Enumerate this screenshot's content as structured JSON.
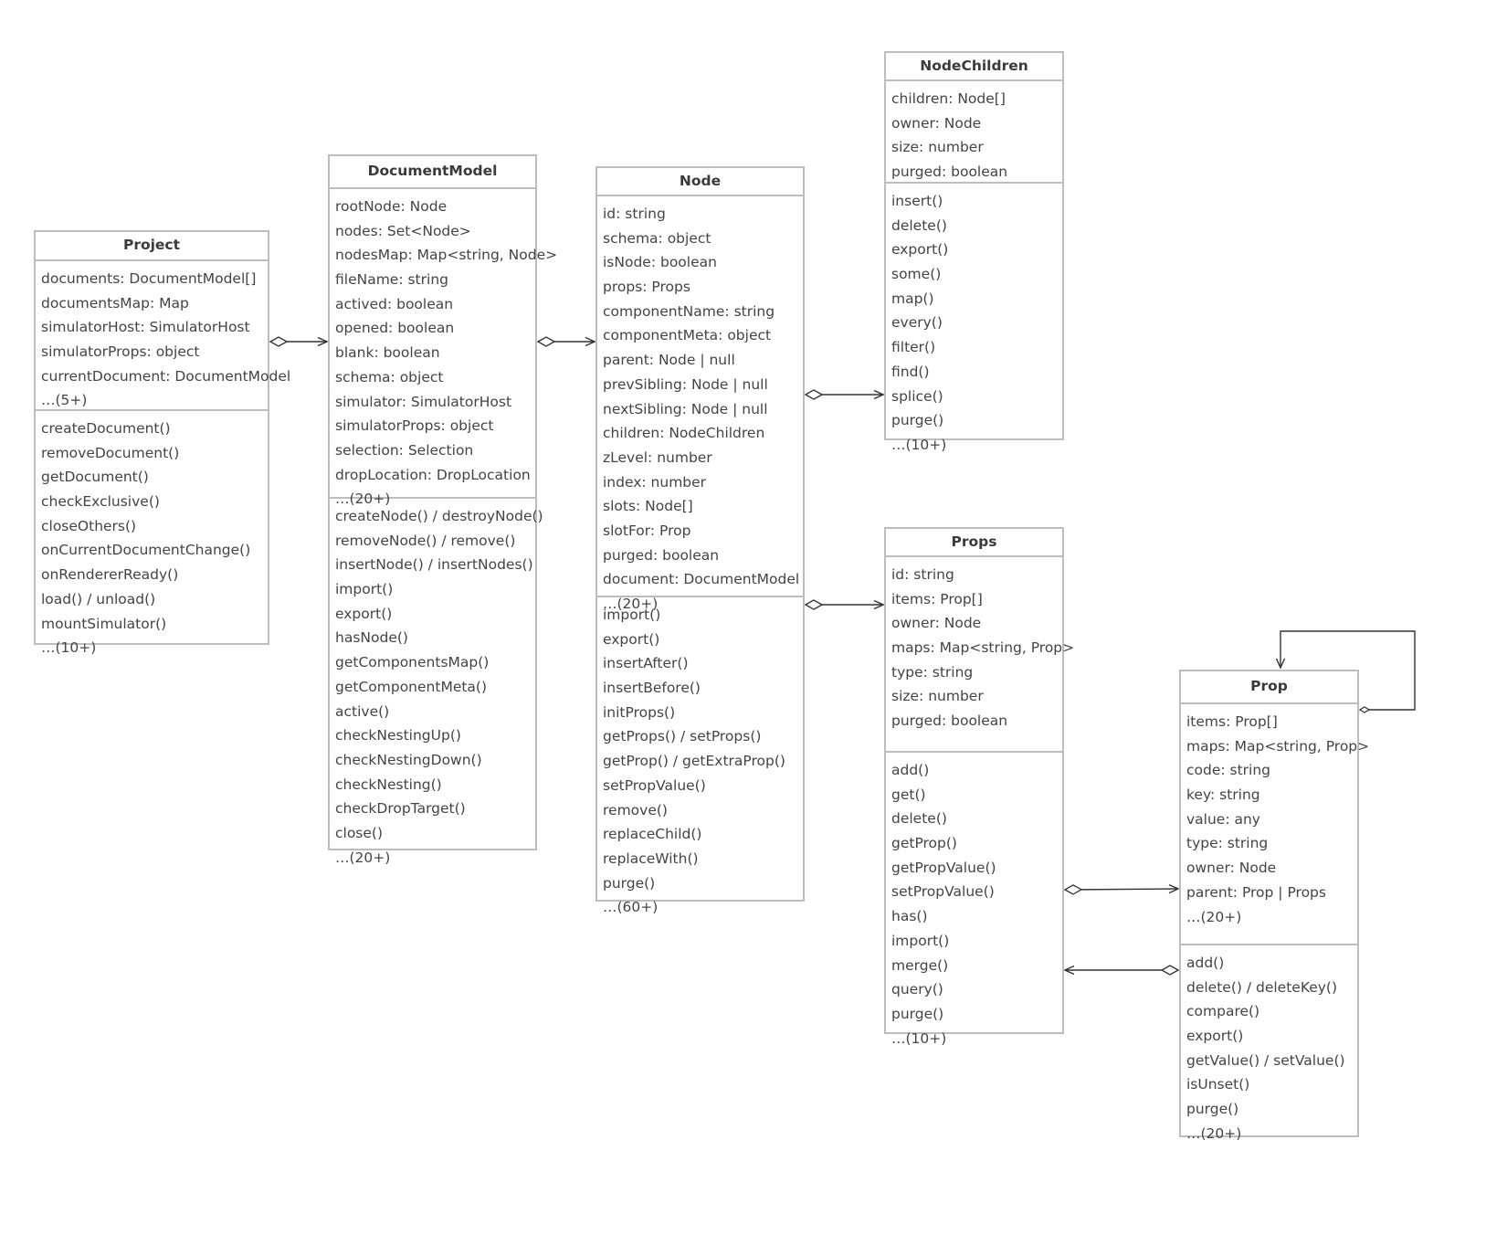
{
  "diagram": {
    "classes": [
      {
        "id": "project",
        "name": "Project",
        "attributes": [
          "documents: DocumentModel[]",
          "documentsMap: Map",
          "simulatorHost: SimulatorHost",
          "simulatorProps: object",
          "currentDocument: DocumentModel",
          "…(5+)"
        ],
        "methods": [
          "createDocument()",
          "removeDocument()",
          "getDocument()",
          "checkExclusive()",
          "closeOthers()",
          "onCurrentDocumentChange()",
          "onRendererReady()",
          "load() / unload()",
          "mountSimulator()",
          "…(10+)"
        ]
      },
      {
        "id": "documentmodel",
        "name": "DocumentModel",
        "attributes": [
          "rootNode: Node",
          "nodes: Set<Node>",
          "nodesMap: Map<string, Node>",
          "fileName: string",
          "actived: boolean",
          "opened: boolean",
          "blank: boolean",
          "schema: object",
          "simulator: SimulatorHost",
          "simulatorProps: object",
          "selection: Selection",
          "dropLocation: DropLocation",
          "…(20+)"
        ],
        "methods": [
          "createNode() / destroyNode()",
          "removeNode() / remove()",
          "insertNode() / insertNodes()",
          "import()",
          "export()",
          "hasNode()",
          "getComponentsMap()",
          "getComponentMeta()",
          "active()",
          "checkNestingUp()",
          "checkNestingDown()",
          "checkNesting()",
          "checkDropTarget()",
          "close()",
          "…(20+)"
        ]
      },
      {
        "id": "node",
        "name": "Node",
        "attributes": [
          "id: string",
          "schema: object",
          "isNode: boolean",
          "props: Props",
          "componentName: string",
          "componentMeta: object",
          "parent: Node | null",
          "prevSibling: Node | null",
          "nextSibling: Node | null",
          "children: NodeChildren",
          "zLevel: number",
          "index: number",
          "slots: Node[]",
          "slotFor: Prop",
          "purged: boolean",
          "document: DocumentModel",
          "…(20+)"
        ],
        "methods": [
          "import()",
          "export()",
          "insertAfter()",
          "insertBefore()",
          "initProps()",
          "getProps() / setProps()",
          "getProp() / getExtraProp()",
          "setPropValue()",
          "remove()",
          "replaceChild()",
          "replaceWith()",
          "purge()",
          "…(60+)"
        ]
      },
      {
        "id": "nodechildren",
        "name": "NodeChildren",
        "attributes": [
          "children: Node[]",
          "owner: Node",
          "size: number",
          "purged: boolean"
        ],
        "methods": [
          "insert()",
          "delete()",
          "export()",
          "some()",
          "map()",
          "every()",
          "filter()",
          "find()",
          "splice()",
          "purge()",
          "…(10+)"
        ]
      },
      {
        "id": "props",
        "name": "Props",
        "attributes": [
          "id: string",
          "items: Prop[]",
          "owner: Node",
          "maps: Map<string, Prop>",
          "type: string",
          "size: number",
          "purged: boolean"
        ],
        "methods": [
          "add()",
          "get()",
          "delete()",
          "getProp()",
          "getPropValue()",
          "setPropValue()",
          "has()",
          "import()",
          "merge()",
          "query()",
          "purge()",
          "…(10+)"
        ]
      },
      {
        "id": "prop",
        "name": "Prop",
        "attributes": [
          "items: Prop[]",
          "maps: Map<string, Prop>",
          "code: string",
          "key: string",
          "value: any",
          "type: string",
          "owner: Node",
          "parent: Prop | Props",
          "…(20+)"
        ],
        "methods": [
          "add()",
          "delete() / deleteKey()",
          "compare()",
          "export()",
          "getValue() / setValue()",
          "isUnset()",
          "purge()",
          "…(20+)"
        ]
      }
    ],
    "relations": [
      {
        "from": "project",
        "to": "documentmodel",
        "kind": "aggregation"
      },
      {
        "from": "documentmodel",
        "to": "node",
        "kind": "aggregation"
      },
      {
        "from": "node",
        "to": "nodechildren",
        "kind": "aggregation"
      },
      {
        "from": "node",
        "to": "props",
        "kind": "aggregation"
      },
      {
        "from": "props",
        "to": "prop",
        "kind": "aggregation"
      },
      {
        "from": "prop",
        "to": "props",
        "kind": "aggregation"
      },
      {
        "from": "prop",
        "to": "prop",
        "kind": "aggregation"
      }
    ],
    "colors": {
      "border": "#bdbdbd",
      "line": "#333333",
      "text": "#444444"
    }
  }
}
